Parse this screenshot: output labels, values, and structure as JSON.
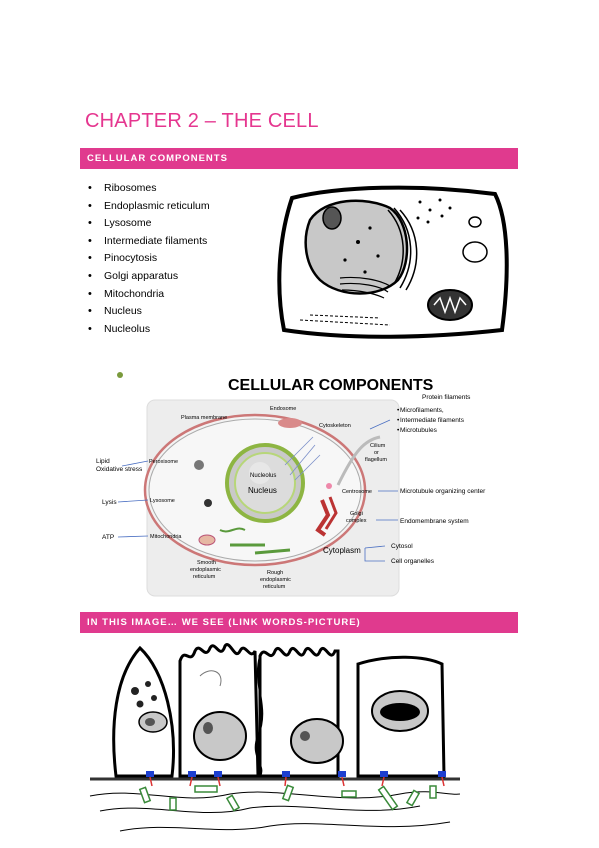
{
  "chapter_title": "CHAPTER 2 – THE CELL",
  "section1": {
    "header": "CELLULAR COMPONENTS",
    "items": [
      "Ribosomes",
      "Endoplasmic reticulum",
      "Lysosome",
      "Intermediate filaments",
      "Pinocytosis",
      "Golgi apparatus",
      "Mitochondria",
      "Nucleus",
      "Nucleolus"
    ]
  },
  "diagram": {
    "title": "CELLULAR COMPONENTS",
    "labels": {
      "plasma_membrane": "Plasma membrane",
      "endosome": "Endosome",
      "cytoskeleton": "Cytoskeleton",
      "peroxisome": "Peroxisome",
      "lysosome": "Lysosome",
      "mitochondria": "Mitochondria",
      "nucleolus": "Nucleolus",
      "nucleus": "Nucleus",
      "cilium": "Cilium",
      "or": "or",
      "flagellum": "flagellum",
      "centrosome": "Centrosome",
      "golgi1": "Golgi",
      "golgi2": "complex",
      "cytoplasm": "Cytoplasm",
      "smooth1": "Smooth",
      "smooth2": "endoplasmic",
      "smooth3": "reticulum",
      "rough1": "Rough",
      "rough2": "endoplasmic",
      "rough3": "reticulum"
    },
    "left_notes": {
      "lipid": "Lipid",
      "oxidative": "Oxidative stress",
      "lysis": "Lysis",
      "atp": "ATP"
    },
    "right_notes": {
      "protein_filaments": "Protein filaments",
      "microfilaments": "Microfilaments,",
      "intermediate": "Intermediate filaments",
      "microtubules": "Microtubules",
      "mtoc": "Microtubule organizing center",
      "endomembrane": "Endomembrane system",
      "cytosol": "Cytosol",
      "organelles": "Cell organelles"
    }
  },
  "section2": {
    "header": "IN THIS IMAGE… WE SEE (LINK WORDS-PICTURE)"
  },
  "colors": {
    "accent": "#e03a8e",
    "title": "#e5368f"
  }
}
